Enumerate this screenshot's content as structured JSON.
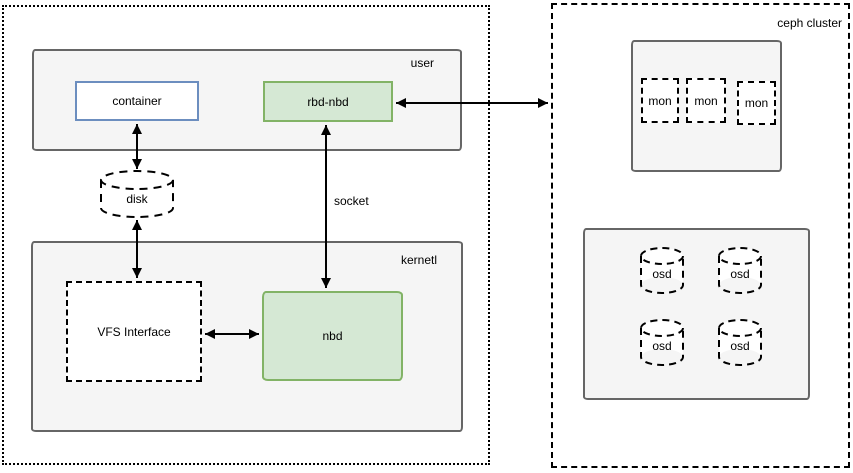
{
  "zones": {
    "user": "user",
    "kernel": "kernetl",
    "ceph": "ceph cluster"
  },
  "nodes": {
    "container": "container",
    "rbd_nbd": "rbd-nbd",
    "disk": "disk",
    "vfs": "VFS Interface",
    "nbd": "nbd"
  },
  "edge_labels": {
    "socket": "socket"
  },
  "ceph_nodes": {
    "mons": [
      "mon",
      "mon",
      "mon"
    ],
    "osds": [
      "osd",
      "osd",
      "osd",
      "osd"
    ]
  },
  "colors": {
    "zone_fill": "#f5f5f5",
    "zone_border": "#666666",
    "green_fill": "#d5e8d4",
    "green_border": "#82b366",
    "blue_border": "#6c8ebf",
    "line": "#000000"
  }
}
